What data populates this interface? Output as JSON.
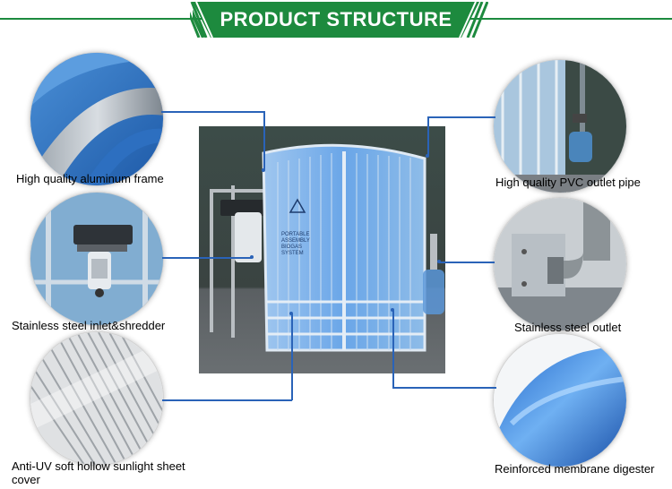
{
  "header": {
    "title": "PRODUCT STRUCTURE"
  },
  "product_text": "PORTABLE ASSEMBLY BIOGAS SYSTEM",
  "features": [
    {
      "label": "High quality aluminum frame"
    },
    {
      "label": "Stainless steel inlet&shredder"
    },
    {
      "label": "Anti-UV soft hollow sunlight sheet cover"
    },
    {
      "label": "High quality PVC outlet pipe"
    },
    {
      "label": "Stainless steel outlet"
    },
    {
      "label": "Reinforced membrane digester"
    }
  ],
  "colors": {
    "banner_green": "#1d8a3e",
    "connector_blue": "#2a63b8"
  }
}
